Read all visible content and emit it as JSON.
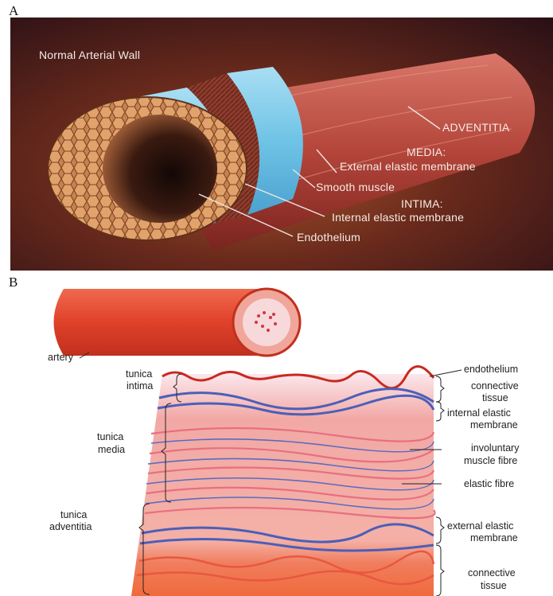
{
  "panel_a": {
    "letter": "A",
    "title": "Normal Arterial Wall",
    "adventitia": "ADVENTITIA",
    "media": "MEDIA:",
    "external_elastic": "External elastic membrane",
    "smooth_muscle": "Smooth muscle",
    "intima": "INTIMA:",
    "internal_elastic": "Internal elastic membrane",
    "endothelium": "Endothelium"
  },
  "panel_b": {
    "letter": "B",
    "artery": "artery",
    "tunica_intima": [
      "tunica",
      "intima"
    ],
    "tunica_media": [
      "tunica",
      "media"
    ],
    "tunica_adventitia": [
      "tunica",
      "adventitia"
    ],
    "endothelium": "endothelium",
    "connective_tissue_1": [
      "connective",
      "tissue"
    ],
    "internal_elastic": [
      "internal elastic",
      "membrane"
    ],
    "involuntary_muscle": [
      "involuntary",
      "muscle fibre"
    ],
    "elastic_fibre": "elastic fibre",
    "external_elastic": [
      "external elastic",
      "membrane"
    ],
    "connective_tissue_2": [
      "connective",
      "tissue"
    ]
  },
  "colors": {
    "adventitia_red": "#b8463a",
    "media_blue": "#6fc3e6",
    "endothelium_tan": "#d9925e",
    "tissue_pink": "#f2a9a6",
    "fibre_blue": "#4b5fb8",
    "vessel_red": "#e0412a"
  }
}
